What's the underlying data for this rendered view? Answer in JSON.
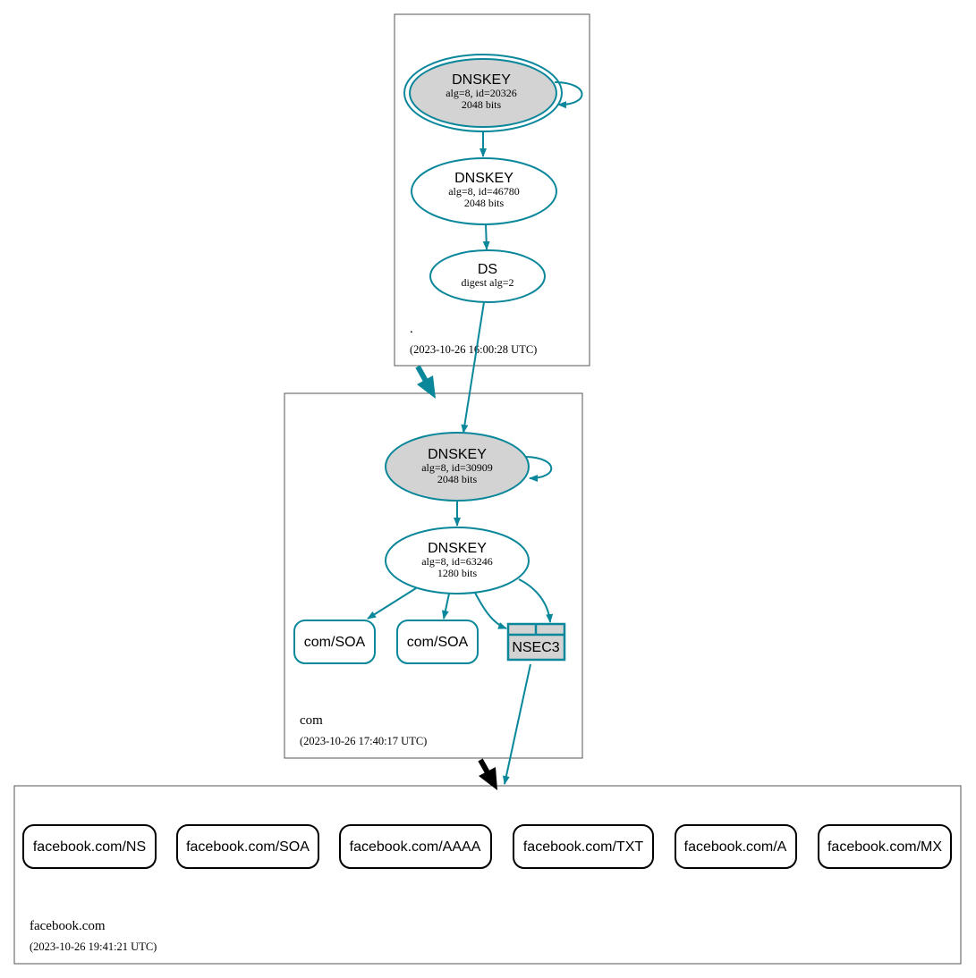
{
  "colors": {
    "teal": "#0a879a",
    "black": "#000000",
    "key_fill": "#d3d3d3",
    "box_stroke": "#555555"
  },
  "zones": {
    "root": {
      "name": ".",
      "timestamp": "(2023-10-26 16:00:28 UTC)",
      "nodes": {
        "ksk": {
          "title": "DNSKEY",
          "line1": "alg=8, id=20326",
          "line2": "2048 bits"
        },
        "zsk": {
          "title": "DNSKEY",
          "line1": "alg=8, id=46780",
          "line2": "2048 bits"
        },
        "ds": {
          "title": "DS",
          "line1": "digest alg=2"
        }
      }
    },
    "com": {
      "name": "com",
      "timestamp": "(2023-10-26 17:40:17 UTC)",
      "nodes": {
        "ksk": {
          "title": "DNSKEY",
          "line1": "alg=8, id=30909",
          "line2": "2048 bits"
        },
        "zsk": {
          "title": "DNSKEY",
          "line1": "alg=8, id=63246",
          "line2": "1280 bits"
        },
        "soa1": {
          "label": "com/SOA"
        },
        "soa2": {
          "label": "com/SOA"
        },
        "nsec3": {
          "label": "NSEC3"
        }
      }
    },
    "facebook": {
      "name": "facebook.com",
      "timestamp": "(2023-10-26 19:41:21 UTC)",
      "records": [
        "facebook.com/NS",
        "facebook.com/SOA",
        "facebook.com/AAAA",
        "facebook.com/TXT",
        "facebook.com/A",
        "facebook.com/MX"
      ]
    }
  }
}
